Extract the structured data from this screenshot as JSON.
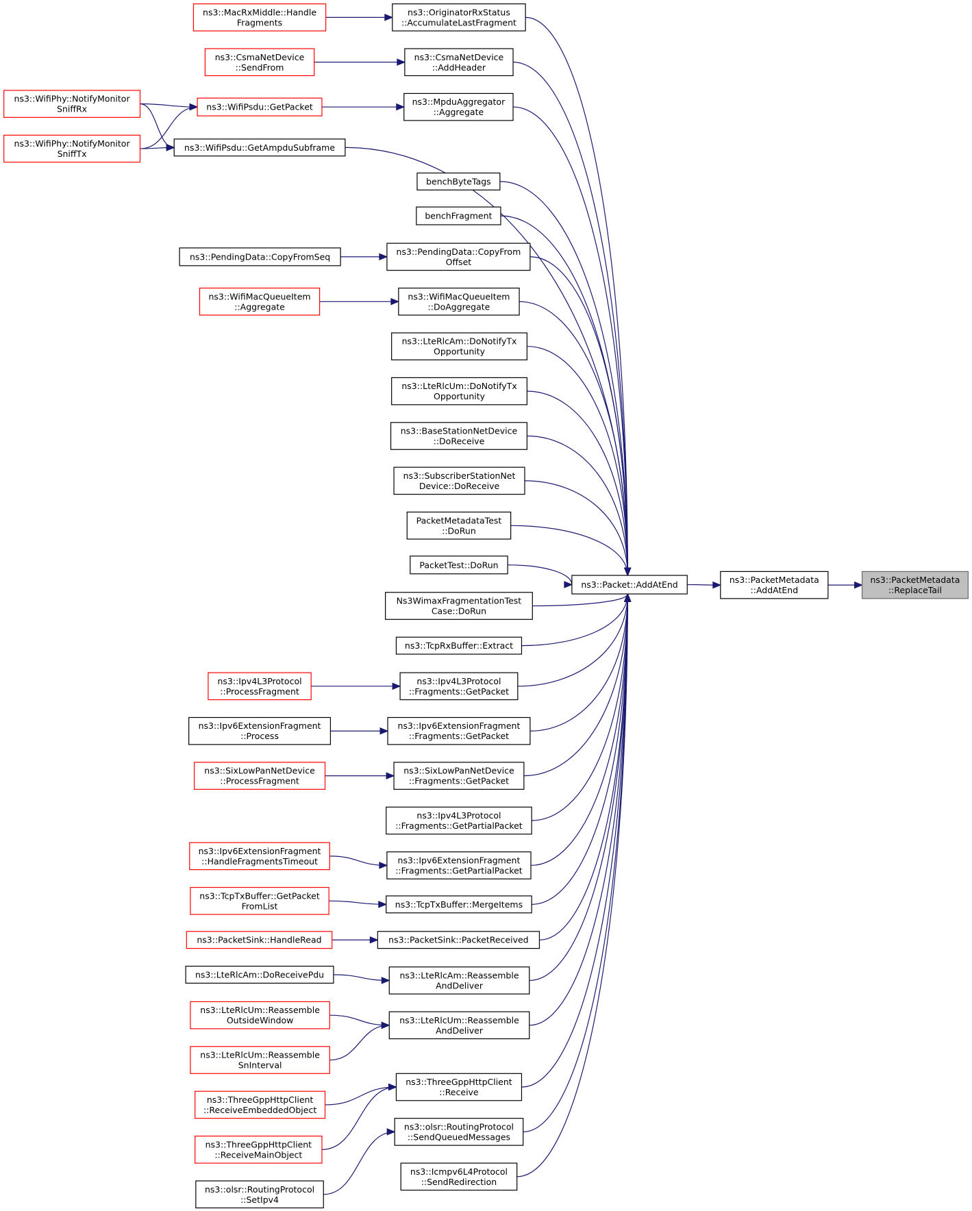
{
  "title": "",
  "colors": {
    "edge": "#191970",
    "box_normal": "#000000",
    "box_truncated": "#ff0000",
    "focus_fill": "#bfbfbf"
  },
  "nodes": [
    {
      "id": "n1",
      "lines": [
        "ns3::PacketMetadata",
        "::ReplaceTail"
      ],
      "style": "gray"
    },
    {
      "id": "n2",
      "lines": [
        "ns3::PacketMetadata",
        "::AddAtEnd"
      ],
      "style": "black"
    },
    {
      "id": "n3",
      "lines": [
        "ns3::Packet::AddAtEnd"
      ],
      "style": "black"
    },
    {
      "id": "n4",
      "lines": [
        "ns3::OriginatorRxStatus",
        "::AccumulateLastFragment"
      ],
      "style": "black"
    },
    {
      "id": "n5",
      "lines": [
        "ns3::MacRxMiddle::Handle",
        "Fragments"
      ],
      "style": "red"
    },
    {
      "id": "n6",
      "lines": [
        "ns3::CsmaNetDevice",
        "::AddHeader"
      ],
      "style": "black"
    },
    {
      "id": "n7",
      "lines": [
        "ns3::CsmaNetDevice",
        "::SendFrom"
      ],
      "style": "red"
    },
    {
      "id": "n8",
      "lines": [
        "ns3::MpduAggregator",
        "::Aggregate"
      ],
      "style": "black"
    },
    {
      "id": "n9",
      "lines": [
        "ns3::WifiPsdu::GetPacket"
      ],
      "style": "red"
    },
    {
      "id": "n10",
      "lines": [
        "ns3::WifiPhy::NotifyMonitor",
        "SniffRx"
      ],
      "style": "red"
    },
    {
      "id": "n11",
      "lines": [
        "ns3::WifiPsdu::GetAmpduSubframe"
      ],
      "style": "black"
    },
    {
      "id": "n12",
      "lines": [
        "ns3::WifiPhy::NotifyMonitor",
        "SniffTx"
      ],
      "style": "red"
    },
    {
      "id": "n13",
      "lines": [
        "benchByteTags"
      ],
      "style": "black"
    },
    {
      "id": "n14",
      "lines": [
        "benchFragment"
      ],
      "style": "black"
    },
    {
      "id": "n15",
      "lines": [
        "ns3::PendingData::CopyFrom",
        "Offset"
      ],
      "style": "black"
    },
    {
      "id": "n16",
      "lines": [
        "ns3::PendingData::CopyFromSeq"
      ],
      "style": "black"
    },
    {
      "id": "n17",
      "lines": [
        "ns3::WifiMacQueueItem",
        "::DoAggregate"
      ],
      "style": "black"
    },
    {
      "id": "n18",
      "lines": [
        "ns3::WifiMacQueueItem",
        "::Aggregate"
      ],
      "style": "red"
    },
    {
      "id": "n19",
      "lines": [
        "ns3::LteRlcAm::DoNotifyTx",
        "Opportunity"
      ],
      "style": "black"
    },
    {
      "id": "n20",
      "lines": [
        "ns3::LteRlcUm::DoNotifyTx",
        "Opportunity"
      ],
      "style": "black"
    },
    {
      "id": "n21",
      "lines": [
        "ns3::BaseStationNetDevice",
        "::DoReceive"
      ],
      "style": "black"
    },
    {
      "id": "n22",
      "lines": [
        "ns3::SubscriberStationNet",
        "Device::DoReceive"
      ],
      "style": "black"
    },
    {
      "id": "n23",
      "lines": [
        "PacketMetadataTest",
        "::DoRun"
      ],
      "style": "black"
    },
    {
      "id": "n24",
      "lines": [
        "PacketTest::DoRun"
      ],
      "style": "black"
    },
    {
      "id": "n25",
      "lines": [
        "Ns3WimaxFragmentationTest",
        "Case::DoRun"
      ],
      "style": "black"
    },
    {
      "id": "n26",
      "lines": [
        "ns3::TcpRxBuffer::Extract"
      ],
      "style": "black"
    },
    {
      "id": "n27",
      "lines": [
        "ns3::Ipv4L3Protocol",
        "::Fragments::GetPacket"
      ],
      "style": "black"
    },
    {
      "id": "n28",
      "lines": [
        "ns3::Ipv4L3Protocol",
        "::ProcessFragment"
      ],
      "style": "red"
    },
    {
      "id": "n29",
      "lines": [
        "ns3::Ipv6ExtensionFragment",
        "::Fragments::GetPacket"
      ],
      "style": "black"
    },
    {
      "id": "n30",
      "lines": [
        "ns3::Ipv6ExtensionFragment",
        "::Process"
      ],
      "style": "black"
    },
    {
      "id": "n31",
      "lines": [
        "ns3::SixLowPanNetDevice",
        "::Fragments::GetPacket"
      ],
      "style": "black"
    },
    {
      "id": "n32",
      "lines": [
        "ns3::SixLowPanNetDevice",
        "::ProcessFragment"
      ],
      "style": "red"
    },
    {
      "id": "n33",
      "lines": [
        "ns3::Ipv4L3Protocol",
        "::Fragments::GetPartialPacket"
      ],
      "style": "black"
    },
    {
      "id": "n34",
      "lines": [
        "ns3::Ipv6ExtensionFragment",
        "::Fragments::GetPartialPacket"
      ],
      "style": "black"
    },
    {
      "id": "n35",
      "lines": [
        "ns3::Ipv6ExtensionFragment",
        "::HandleFragmentsTimeout"
      ],
      "style": "red"
    },
    {
      "id": "n36",
      "lines": [
        "ns3::TcpTxBuffer::MergeItems"
      ],
      "style": "black"
    },
    {
      "id": "n37",
      "lines": [
        "ns3::TcpTxBuffer::GetPacket",
        "FromList"
      ],
      "style": "red"
    },
    {
      "id": "n38",
      "lines": [
        "ns3::PacketSink::PacketReceived"
      ],
      "style": "black"
    },
    {
      "id": "n39",
      "lines": [
        "ns3::PacketSink::HandleRead"
      ],
      "style": "red"
    },
    {
      "id": "n40",
      "lines": [
        "ns3::LteRlcAm::Reassemble",
        "AndDeliver"
      ],
      "style": "black"
    },
    {
      "id": "n41",
      "lines": [
        "ns3::LteRlcAm::DoReceivePdu"
      ],
      "style": "black"
    },
    {
      "id": "n42",
      "lines": [
        "ns3::LteRlcUm::Reassemble",
        "AndDeliver"
      ],
      "style": "black"
    },
    {
      "id": "n43",
      "lines": [
        "ns3::LteRlcUm::Reassemble",
        "OutsideWindow"
      ],
      "style": "red"
    },
    {
      "id": "n44",
      "lines": [
        "ns3::LteRlcUm::Reassemble",
        "SnInterval"
      ],
      "style": "red"
    },
    {
      "id": "n45",
      "lines": [
        "ns3::ThreeGppHttpClient",
        "::Receive"
      ],
      "style": "black"
    },
    {
      "id": "n46",
      "lines": [
        "ns3::ThreeGppHttpClient",
        "::ReceiveEmbeddedObject"
      ],
      "style": "red"
    },
    {
      "id": "n47",
      "lines": [
        "ns3::ThreeGppHttpClient",
        "::ReceiveMainObject"
      ],
      "style": "red"
    },
    {
      "id": "n48",
      "lines": [
        "ns3::olsr::RoutingProtocol",
        "::SendQueuedMessages"
      ],
      "style": "black"
    },
    {
      "id": "n49",
      "lines": [
        "ns3::olsr::RoutingProtocol",
        "::SetIpv4"
      ],
      "style": "black"
    },
    {
      "id": "n50",
      "lines": [
        "ns3::Icmpv6L4Protocol",
        "::SendRedirection"
      ],
      "style": "black"
    }
  ],
  "edges": [
    {
      "from": "n2",
      "to": "n1"
    },
    {
      "from": "n3",
      "to": "n2"
    },
    {
      "from": "n4",
      "to": "n3"
    },
    {
      "from": "n6",
      "to": "n3"
    },
    {
      "from": "n8",
      "to": "n3"
    },
    {
      "from": "n11",
      "to": "n3"
    },
    {
      "from": "n13",
      "to": "n3"
    },
    {
      "from": "n14",
      "to": "n3"
    },
    {
      "from": "n15",
      "to": "n3"
    },
    {
      "from": "n17",
      "to": "n3"
    },
    {
      "from": "n19",
      "to": "n3"
    },
    {
      "from": "n20",
      "to": "n3"
    },
    {
      "from": "n21",
      "to": "n3"
    },
    {
      "from": "n22",
      "to": "n3"
    },
    {
      "from": "n23",
      "to": "n3"
    },
    {
      "from": "n24",
      "to": "n3"
    },
    {
      "from": "n25",
      "to": "n3"
    },
    {
      "from": "n26",
      "to": "n3"
    },
    {
      "from": "n27",
      "to": "n3"
    },
    {
      "from": "n29",
      "to": "n3"
    },
    {
      "from": "n31",
      "to": "n3"
    },
    {
      "from": "n33",
      "to": "n3"
    },
    {
      "from": "n34",
      "to": "n3"
    },
    {
      "from": "n36",
      "to": "n3"
    },
    {
      "from": "n38",
      "to": "n3"
    },
    {
      "from": "n40",
      "to": "n3"
    },
    {
      "from": "n42",
      "to": "n3"
    },
    {
      "from": "n45",
      "to": "n3"
    },
    {
      "from": "n48",
      "to": "n3"
    },
    {
      "from": "n50",
      "to": "n3"
    },
    {
      "from": "n5",
      "to": "n4"
    },
    {
      "from": "n7",
      "to": "n6"
    },
    {
      "from": "n9",
      "to": "n8"
    },
    {
      "from": "n10",
      "to": "n9"
    },
    {
      "from": "n12",
      "to": "n9"
    },
    {
      "from": "n10",
      "to": "n11"
    },
    {
      "from": "n12",
      "to": "n11"
    },
    {
      "from": "n16",
      "to": "n15"
    },
    {
      "from": "n18",
      "to": "n17"
    },
    {
      "from": "n28",
      "to": "n27"
    },
    {
      "from": "n30",
      "to": "n29"
    },
    {
      "from": "n32",
      "to": "n31"
    },
    {
      "from": "n35",
      "to": "n34"
    },
    {
      "from": "n37",
      "to": "n36"
    },
    {
      "from": "n39",
      "to": "n38"
    },
    {
      "from": "n41",
      "to": "n40"
    },
    {
      "from": "n43",
      "to": "n42"
    },
    {
      "from": "n44",
      "to": "n42"
    },
    {
      "from": "n46",
      "to": "n45"
    },
    {
      "from": "n47",
      "to": "n45"
    },
    {
      "from": "n49",
      "to": "n48"
    }
  ]
}
